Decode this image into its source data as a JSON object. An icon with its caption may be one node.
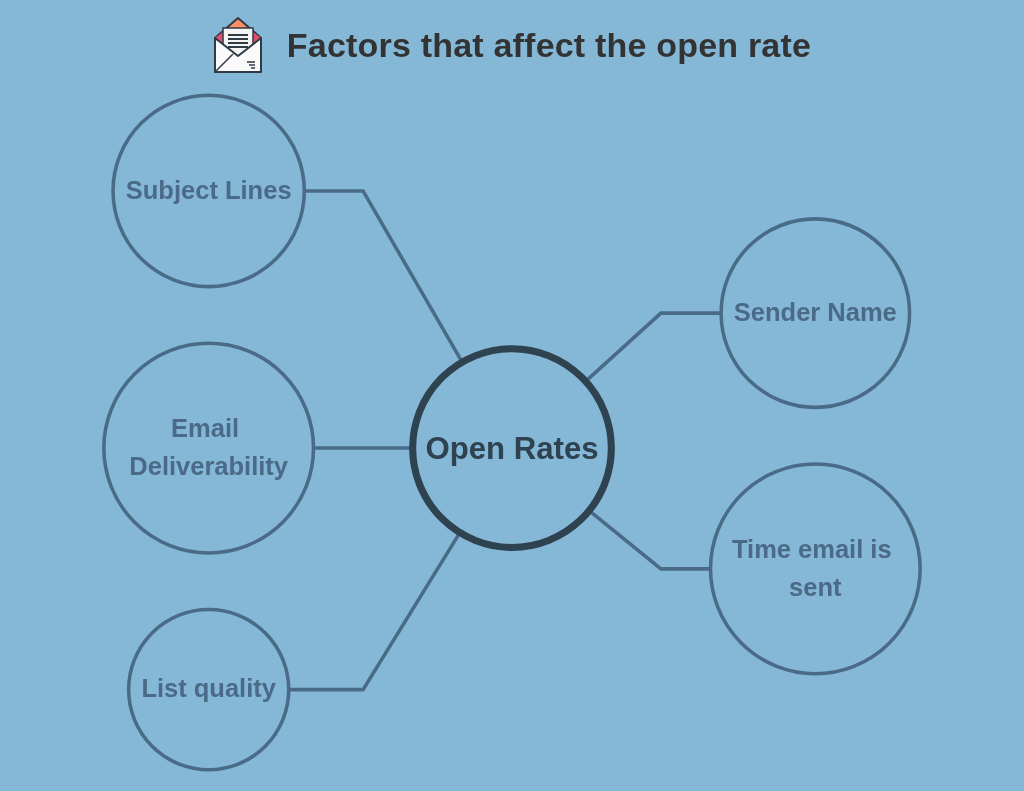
{
  "diagram": {
    "title": "Factors that affect the open rate",
    "nodes": [
      {
        "text": [
          "Subject Lines"
        ]
      },
      {
        "text": [
          "Email Deliverability"
        ]
      },
      {
        "text": [
          "List quality"
        ]
      },
      {
        "text": [
          "Open Rates"
        ]
      },
      {
        "text": [
          "Sender Name"
        ]
      },
      {
        "text": [
          "Time email is sent"
        ]
      }
    ],
    "edges": [
      {
        "from": 0,
        "to": 3,
        "arrow": "none"
      },
      {
        "from": 1,
        "to": 3,
        "arrow": "none"
      },
      {
        "from": 2,
        "to": 3,
        "arrow": "none"
      },
      {
        "from": 3,
        "to": 4,
        "arrow": "none"
      },
      {
        "from": 3,
        "to": 5,
        "arrow": "none"
      }
    ]
  }
}
